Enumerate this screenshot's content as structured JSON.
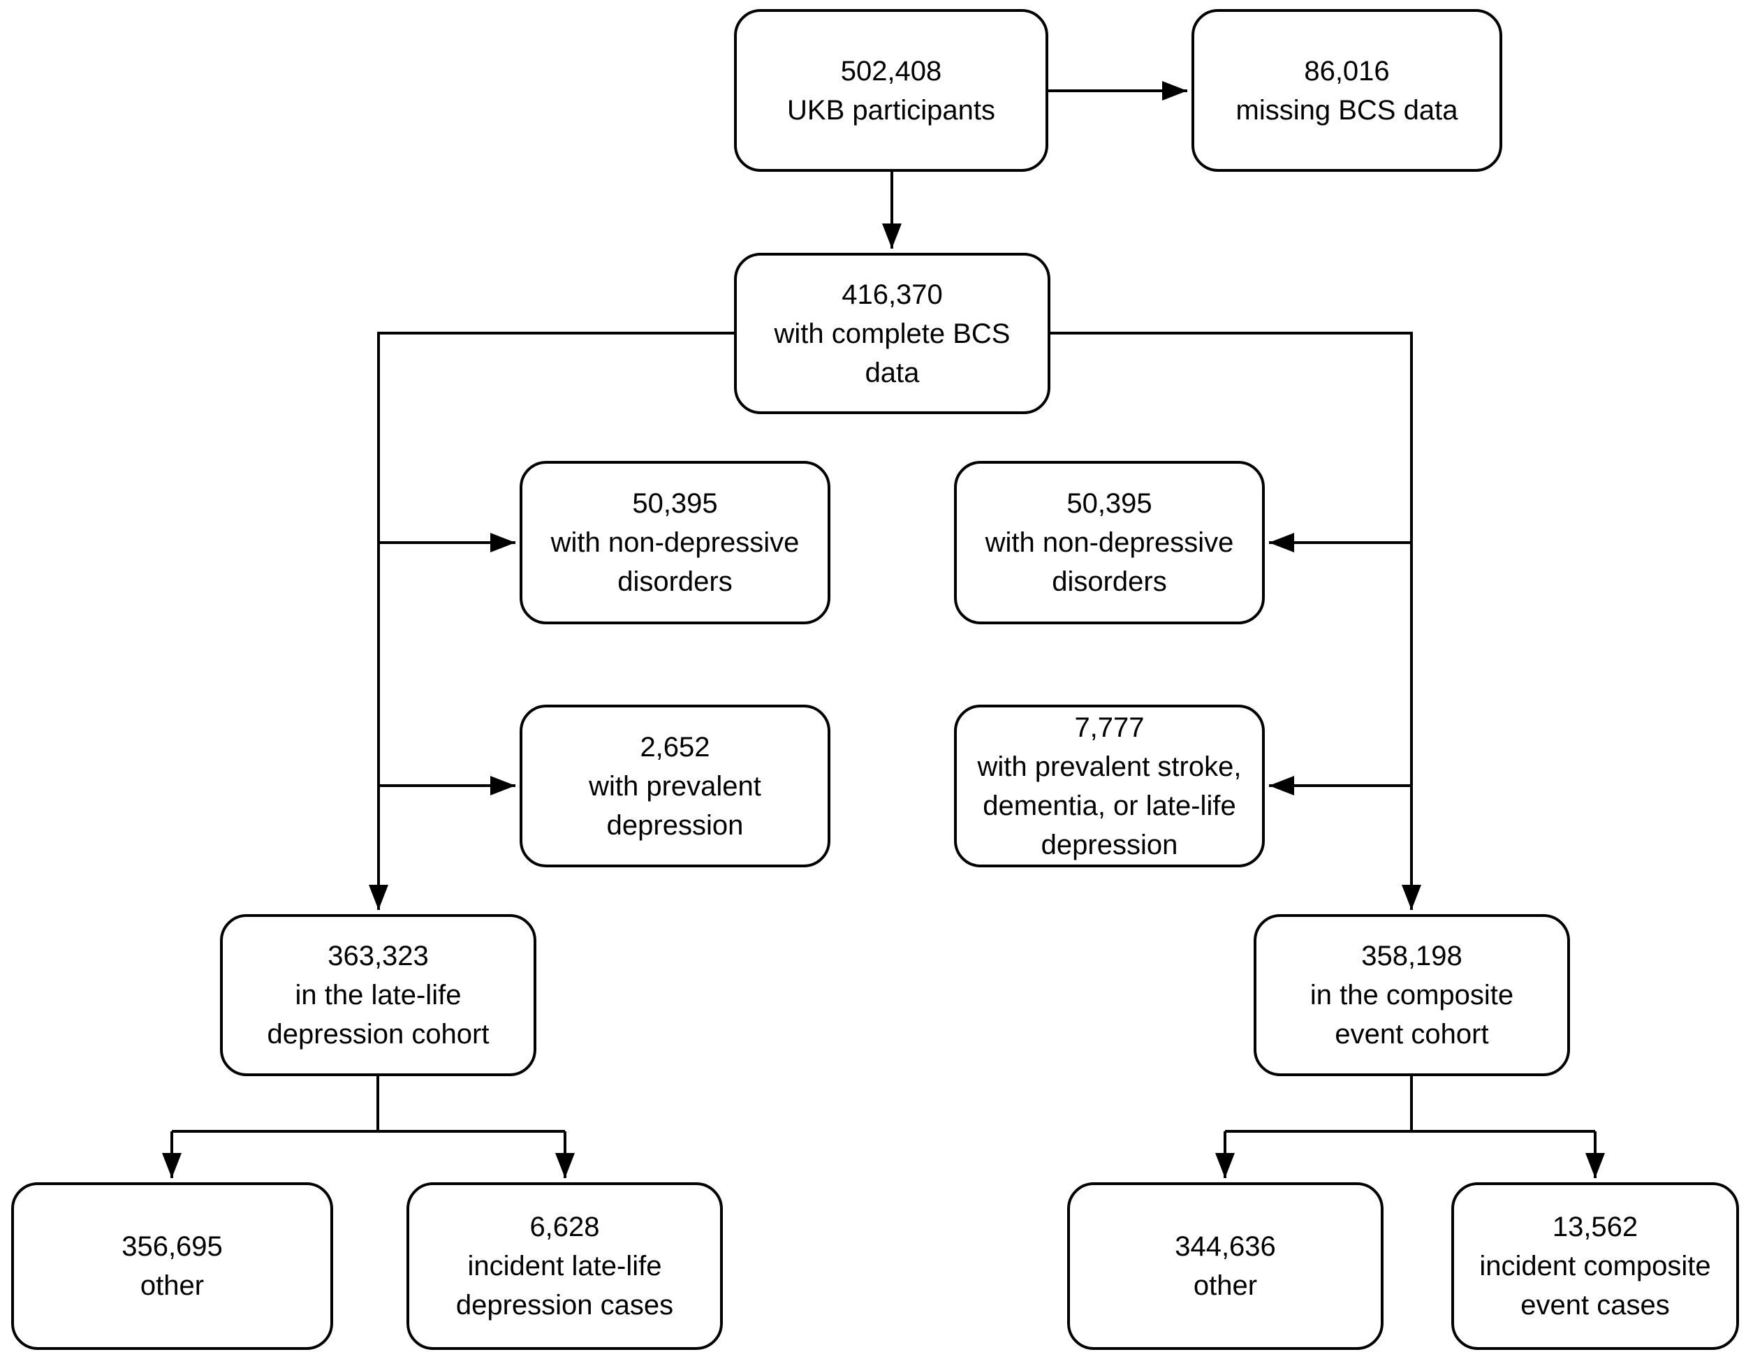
{
  "figure": {
    "type": "participant-flowchart",
    "colors": {
      "background": "#ffffff",
      "line": "#000000",
      "box_border": "#000000",
      "text": "#000000"
    }
  },
  "nodes": {
    "ukb": {
      "value": "502,408",
      "label": "UKB participants"
    },
    "missing": {
      "value": "86,016",
      "label": "missing BCS data"
    },
    "complete": {
      "value": "416,370",
      "label": "with complete BCS\ndata"
    },
    "nondep_left": {
      "value": "50,395",
      "label": "with non-depressive\ndisorders"
    },
    "nondep_right": {
      "value": "50,395",
      "label": "with non-depressive\ndisorders"
    },
    "prev_dep": {
      "value": "2,652",
      "label": "with prevalent\ndepression"
    },
    "prev_stroke": {
      "value": "7,777",
      "label": "with prevalent stroke,\ndementia, or late-life\ndepression"
    },
    "lld_cohort": {
      "value": "363,323",
      "label": "in the late-life\ndepression cohort"
    },
    "comp_cohort": {
      "value": "358,198",
      "label": "in the composite\nevent cohort"
    },
    "other_left": {
      "value": "356,695",
      "label": "other"
    },
    "incident_lld": {
      "value": "6,628",
      "label": "incident late-life\ndepression cases"
    },
    "other_right": {
      "value": "344,636",
      "label": "other"
    },
    "incident_comp": {
      "value": "13,562",
      "label": "incident composite\nevent cases"
    }
  }
}
